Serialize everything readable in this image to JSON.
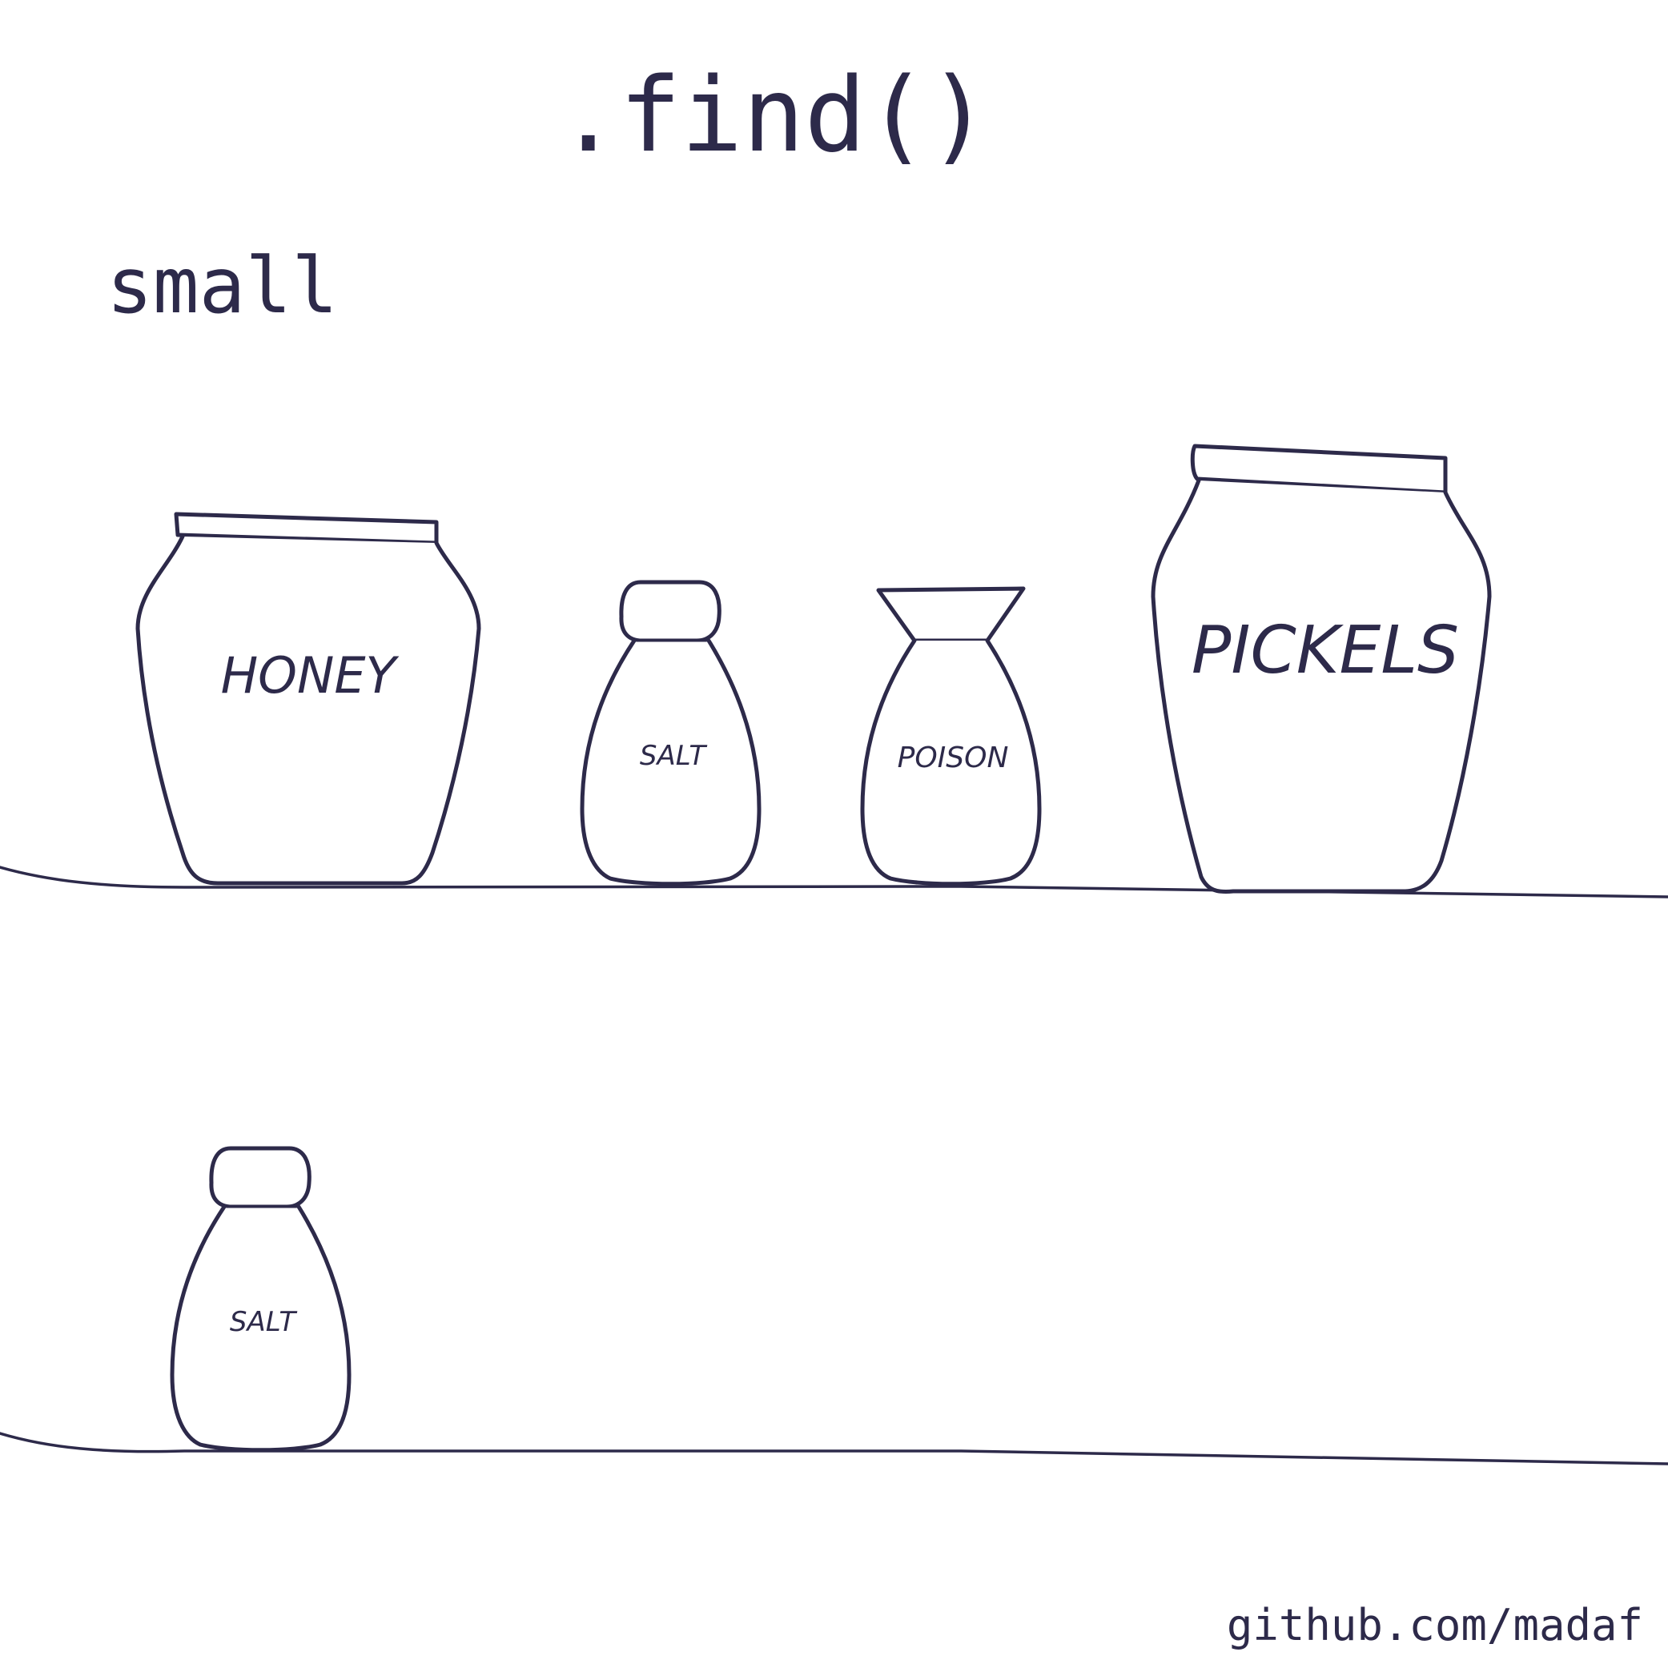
{
  "title": ".find()",
  "argument": "small",
  "credit": "github.com/madaf",
  "colors": {
    "ink": "#2d2a4a",
    "background": "#ffffff"
  },
  "shelf_top": {
    "jars": [
      {
        "label": "HONEY",
        "shape": "wide-jar"
      },
      {
        "label": "SALT",
        "shape": "shaker"
      },
      {
        "label": "POISON",
        "shape": "funnel-bottle"
      },
      {
        "label": "PICKELS",
        "shape": "tall-jar"
      }
    ]
  },
  "shelf_bottom": {
    "jars": [
      {
        "label": "SALT",
        "shape": "shaker"
      }
    ]
  }
}
